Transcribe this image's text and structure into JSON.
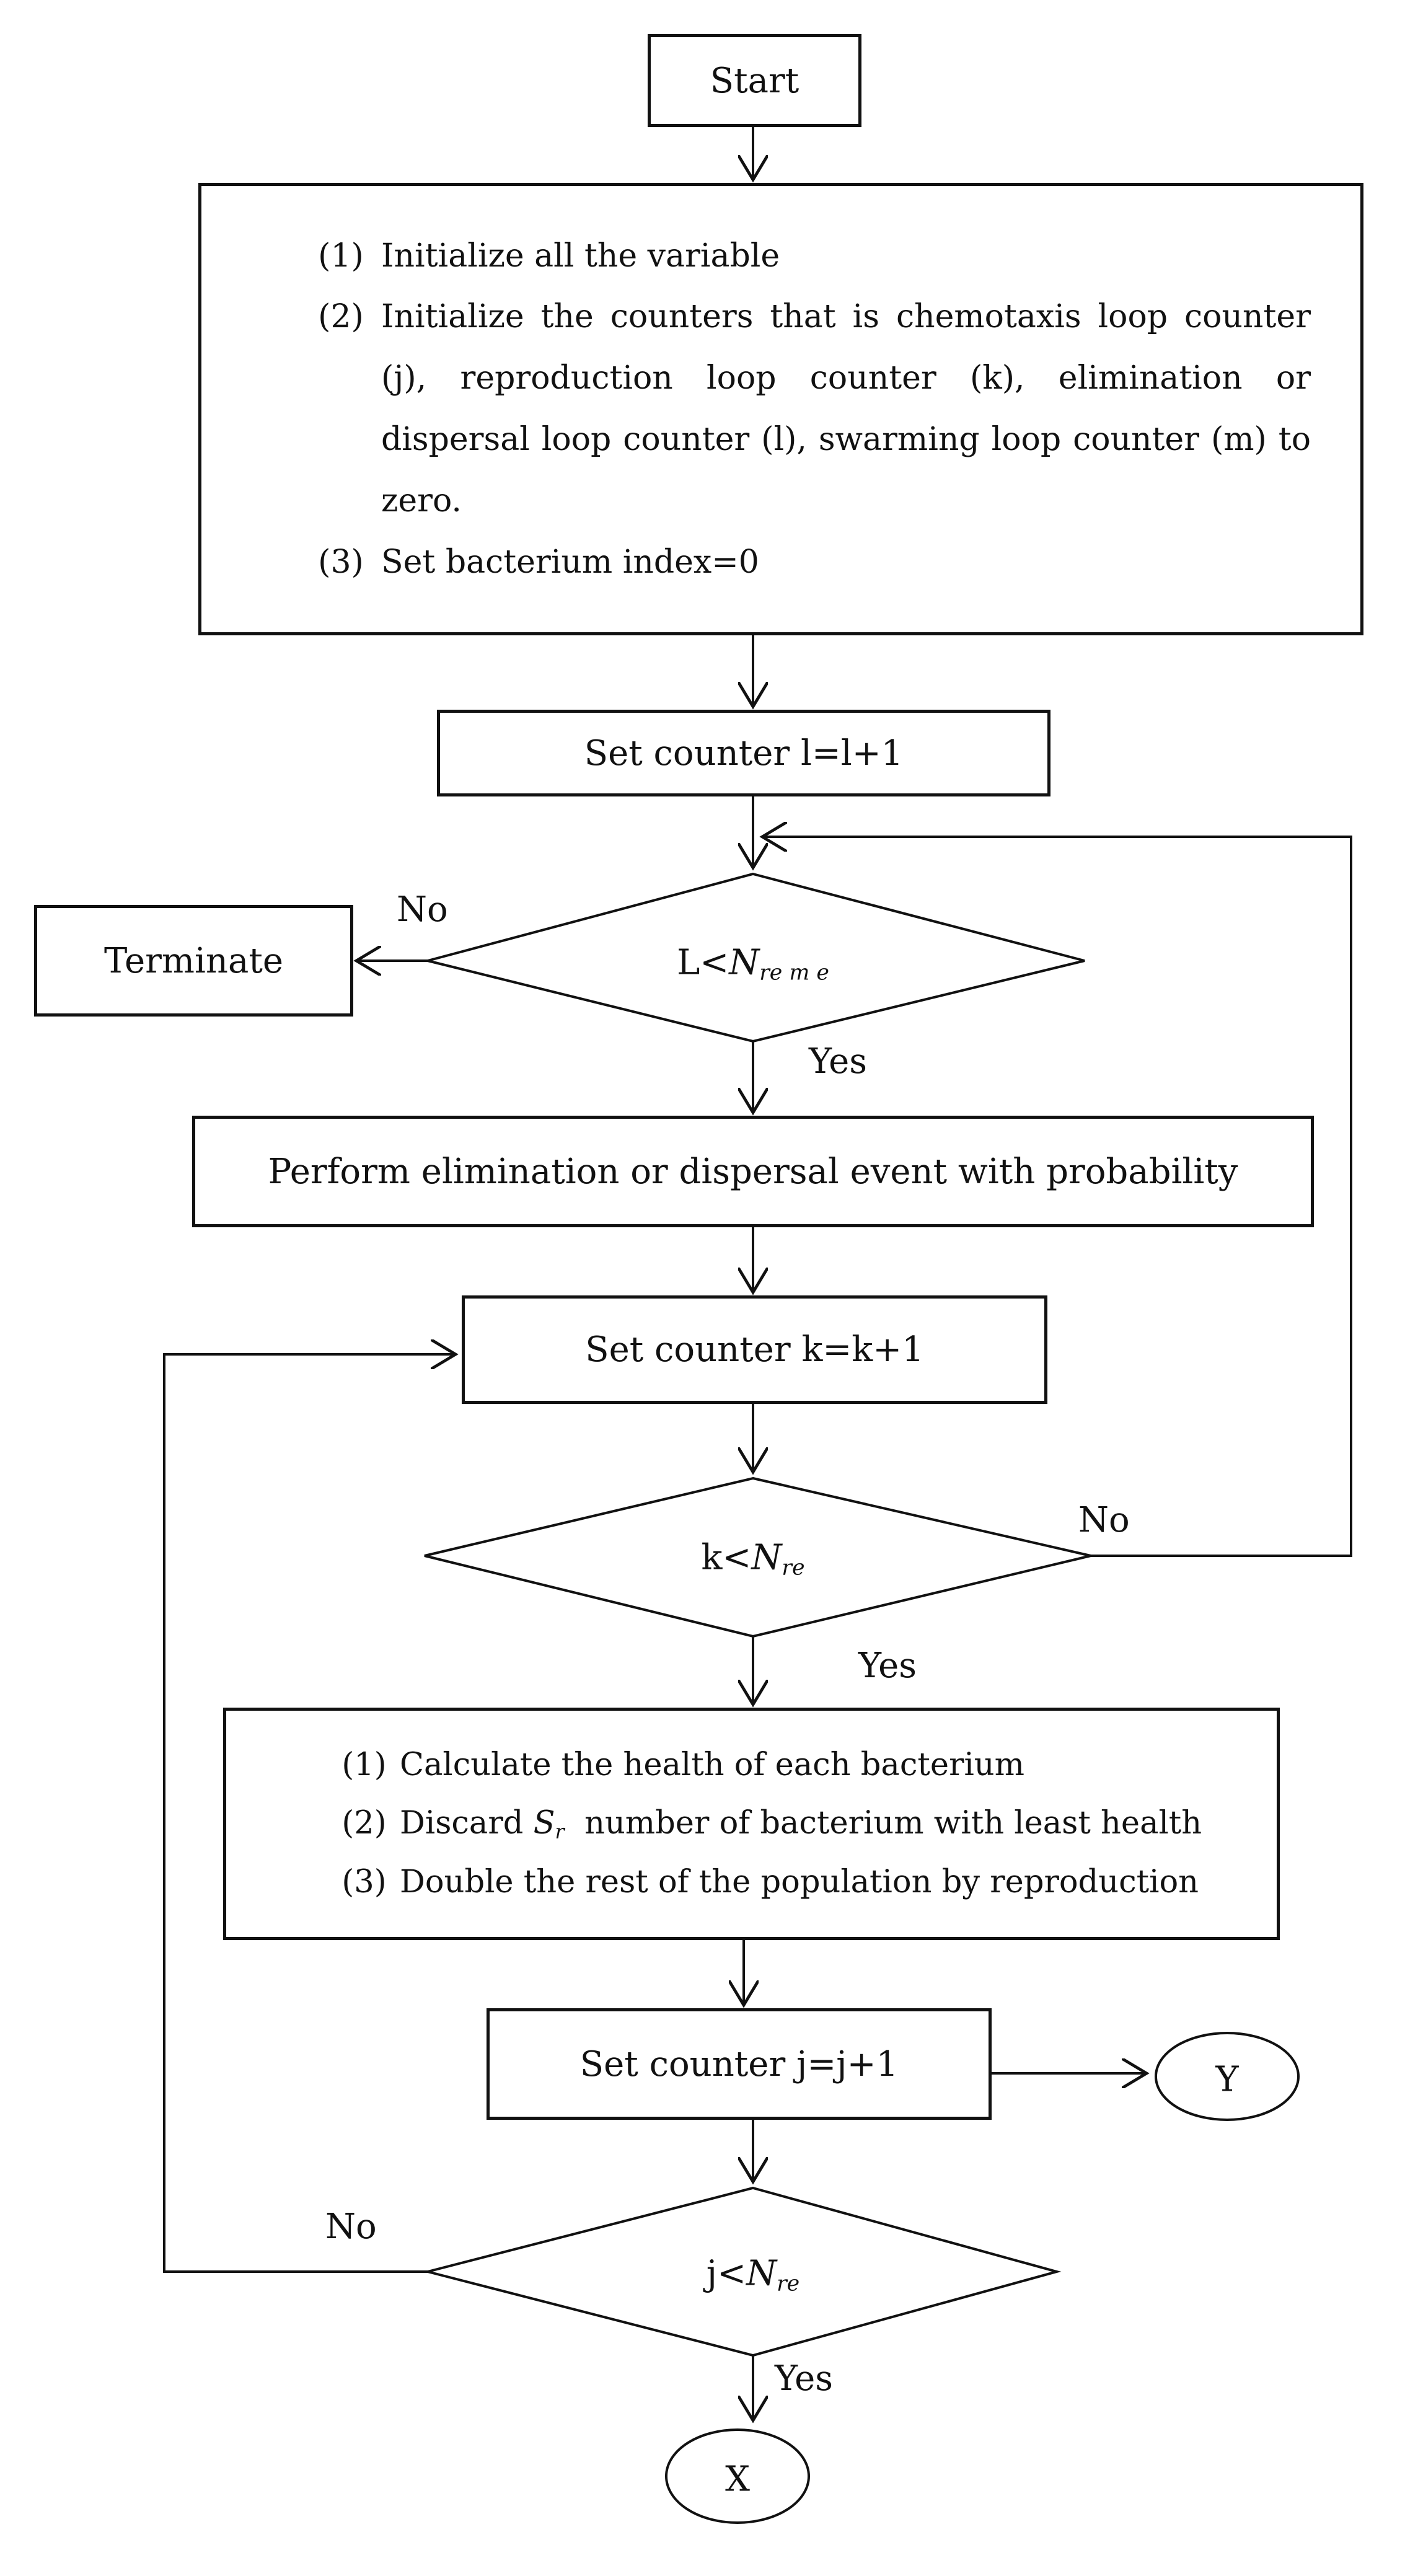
{
  "start": "Start",
  "init": {
    "steps": [
      {
        "num": "(1)",
        "text": "Initialize all the variable"
      },
      {
        "num": "(2)",
        "text": "Initialize the counters that is chemotaxis loop counter (j), reproduction loop counter (k), elimination or dispersal loop counter (l), swarming loop counter (m) to zero."
      },
      {
        "num": "(3)",
        "text": "Set bacterium index=0"
      }
    ]
  },
  "set_l": "Set counter l=l+1",
  "decision_l": {
    "prefix": "L<",
    "var": "N",
    "sub": "re m e"
  },
  "terminate": "Terminate",
  "eliminate": "Perform elimination or dispersal event with probability",
  "set_k": "Set counter k=k+1",
  "decision_k": {
    "prefix": "k<",
    "var": "N",
    "sub": "re"
  },
  "reproduction": {
    "steps": [
      {
        "num": "(1)",
        "text": "Calculate the health of each bacterium"
      },
      {
        "num": "(2)",
        "pre": "Discard ",
        "var": "S",
        "sub": "r",
        "post": "  number of bacterium with least health"
      },
      {
        "num": "(3)",
        "text": "Double the rest of the population by reproduction"
      }
    ]
  },
  "set_j": "Set counter j=j+1",
  "connector_y": "Y",
  "decision_j": {
    "prefix": "j<",
    "var": "N",
    "sub": "re"
  },
  "connector_x": "X",
  "labels": {
    "no_l": "No",
    "yes_l": "Yes",
    "no_k": "No",
    "yes_k": "Yes",
    "no_j": "No",
    "yes_j": "Yes"
  }
}
